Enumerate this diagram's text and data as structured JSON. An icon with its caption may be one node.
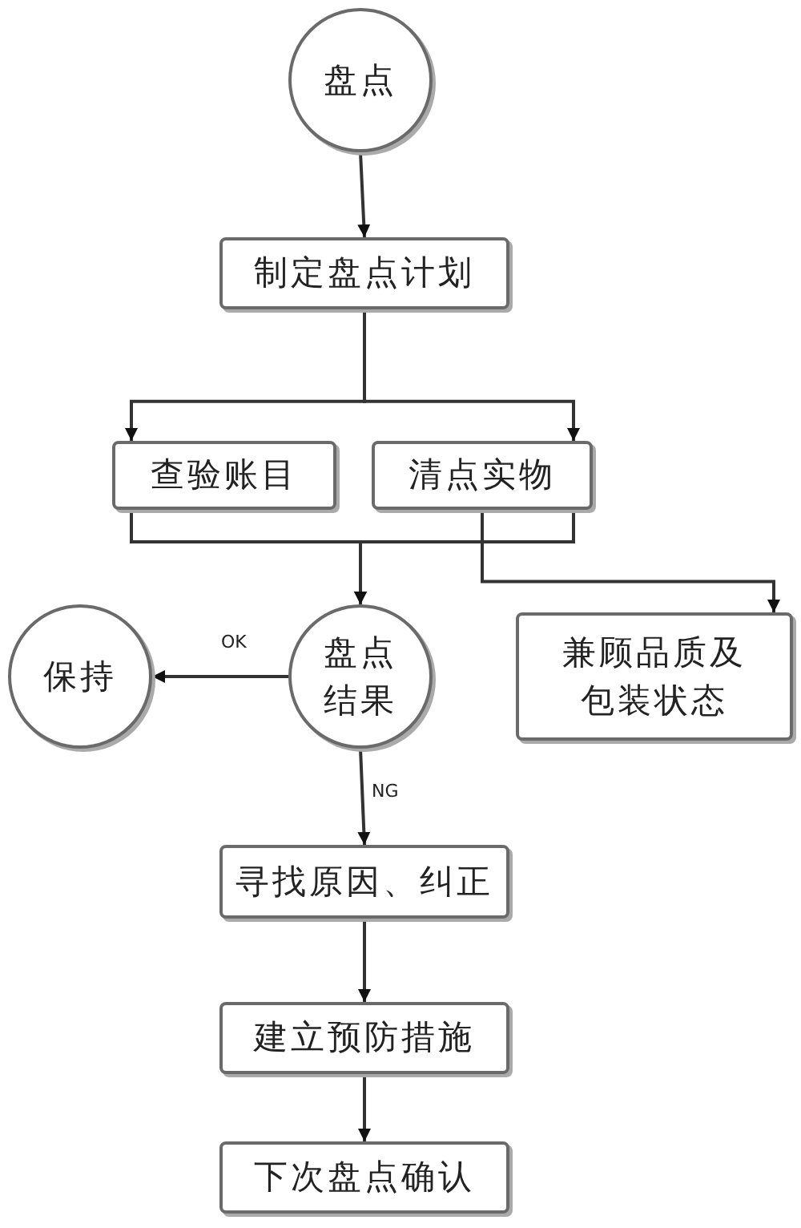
{
  "diagram": {
    "nodes": [
      {
        "text": [
          "盘点"
        ]
      },
      {
        "text": [
          "制定盘点计划"
        ]
      },
      {
        "text": [
          "查验账目"
        ]
      },
      {
        "text": [
          "清点实物"
        ]
      },
      {
        "text": [
          "盘点结果"
        ]
      },
      {
        "text": [
          "兼顾品质及包装状态"
        ]
      },
      {
        "text": [
          "保持"
        ]
      },
      {
        "text": [
          "寻找原因、纠正"
        ]
      },
      {
        "text": [
          "建立预防措施"
        ]
      },
      {
        "text": [
          "下次盘点确认"
        ]
      }
    ],
    "edges": [
      {
        "from": 0,
        "to": 1,
        "arrow": "to"
      },
      {
        "from": 1,
        "to": 2,
        "arrow": "to"
      },
      {
        "from": 1,
        "to": 3,
        "arrow": "to"
      },
      {
        "from": 2,
        "to": 4,
        "arrow": "to"
      },
      {
        "from": 3,
        "to": 4,
        "arrow": "to"
      },
      {
        "from": 3,
        "to": 5,
        "arrow": "to"
      },
      {
        "from": 4,
        "to": 6,
        "arrow": "to",
        "label": "OK"
      },
      {
        "from": 4,
        "to": 7,
        "arrow": "to",
        "label": "NG"
      },
      {
        "from": 7,
        "to": 8,
        "arrow": "to"
      },
      {
        "from": 8,
        "to": 9,
        "arrow": "to"
      }
    ]
  }
}
